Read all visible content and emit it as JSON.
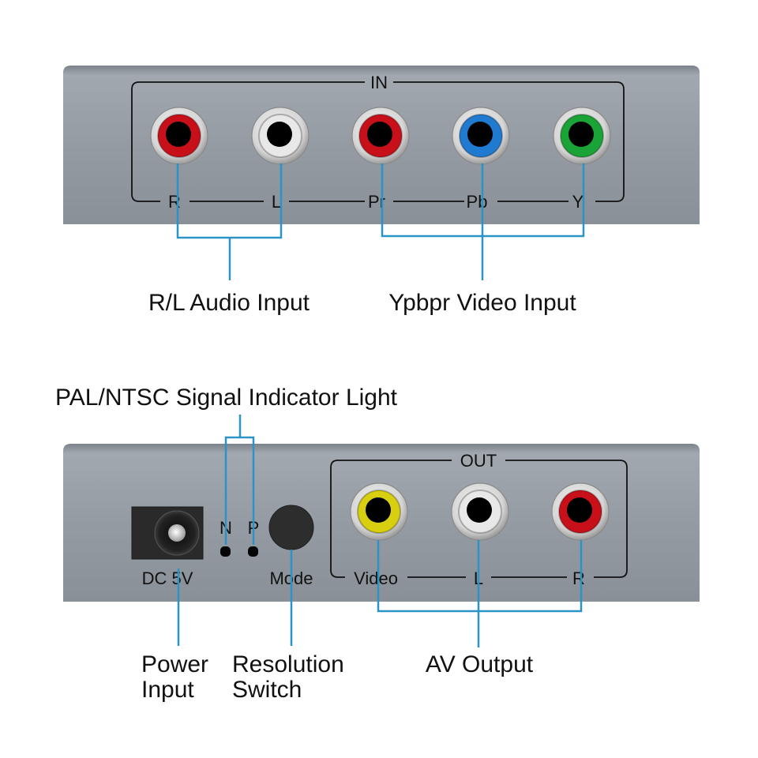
{
  "top_panel": {
    "group_label": "IN",
    "ports": [
      {
        "label": "R",
        "color": "#c8101a",
        "name": "audio-right"
      },
      {
        "label": "L",
        "color": "#e8e8e8",
        "name": "audio-left"
      },
      {
        "label": "Pr",
        "color": "#c8101a",
        "name": "video-pr"
      },
      {
        "label": "Pb",
        "color": "#1f7ad0",
        "name": "video-pb"
      },
      {
        "label": "Y",
        "color": "#1aa336",
        "name": "video-y"
      }
    ],
    "callouts": {
      "audio": "R/L Audio Input",
      "video": "Ypbpr Video Input"
    }
  },
  "bottom_panel": {
    "group_label": "OUT",
    "dc_label": "DC 5V",
    "indicator_n": "N",
    "indicator_p": "P",
    "mode_label": "Mode",
    "ports": [
      {
        "label": "Video",
        "color": "#d8cf10",
        "name": "video-out"
      },
      {
        "label": "L",
        "color": "#e8e8e8",
        "name": "audio-left-out"
      },
      {
        "label": "R",
        "color": "#c8101a",
        "name": "audio-right-out"
      }
    ],
    "callouts": {
      "indicator": "PAL/NTSC Signal Indicator Light",
      "power_line1": "Power",
      "power_line2": "Input",
      "mode_line1": "Resolution",
      "mode_line2": "Switch",
      "av": "AV Output"
    }
  },
  "colors": {
    "panel": "#8e949c",
    "leader": "#2b93c6"
  }
}
